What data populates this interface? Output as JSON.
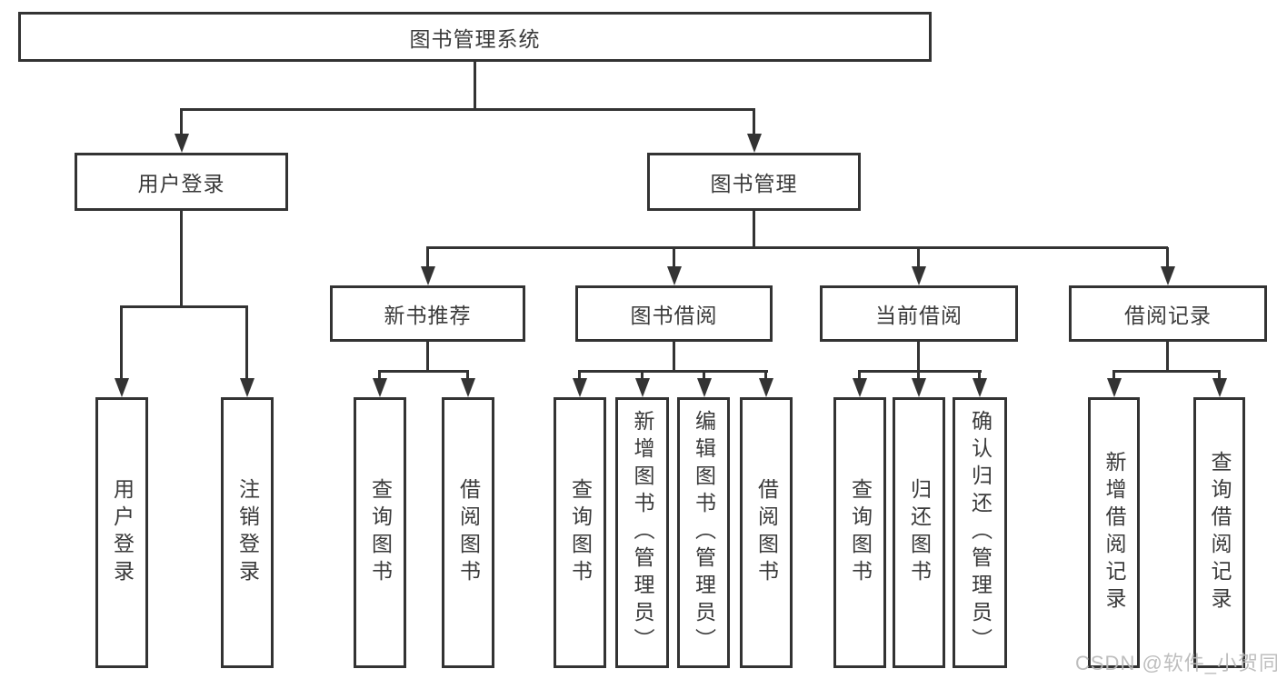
{
  "diagram": {
    "title": "图书管理系统",
    "tree": {
      "root": "图书管理系统",
      "login": {
        "label": "用户登录",
        "children": [
          "用户登录",
          "注销登录"
        ]
      },
      "mgmt": {
        "label": "图书管理",
        "groups": [
          {
            "label": "新书推荐",
            "children": [
              "查询图书",
              "借阅图书"
            ]
          },
          {
            "label": "图书借阅",
            "children": [
              "查询图书",
              "新增图书（管理员）",
              "编辑图书（管理员）",
              "借阅图书"
            ]
          },
          {
            "label": "当前借阅",
            "children": [
              "查询图书",
              "归还图书",
              "确认归还（管理员）"
            ]
          },
          {
            "label": "借阅记录",
            "children": [
              "新增借阅记录",
              "查询借阅记录"
            ]
          }
        ]
      }
    },
    "watermark": "CSDN @软件_小贺同学",
    "colors": {
      "line": "#333333",
      "text": "#3a3a3a",
      "watermark": "#b9b9b9",
      "background": "#ffffff"
    }
  }
}
